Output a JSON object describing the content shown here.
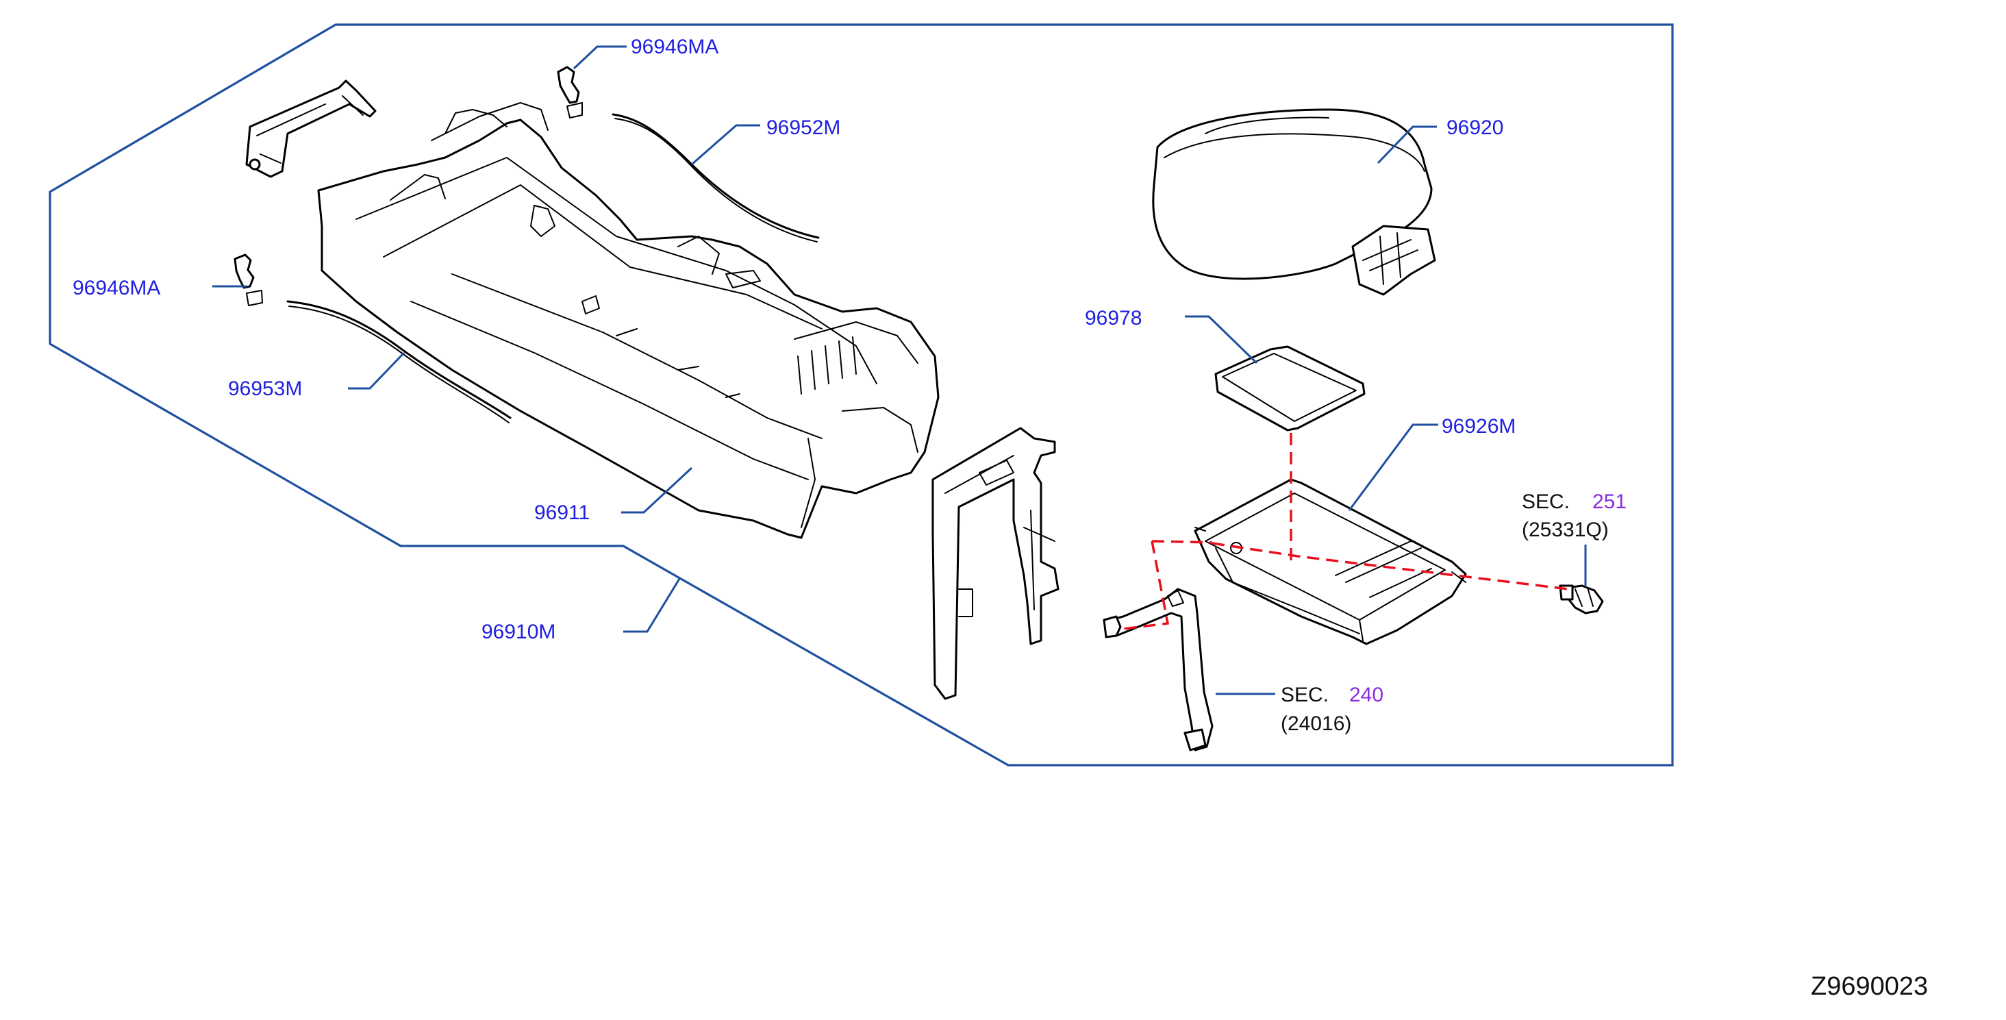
{
  "colors": {
    "label": "#1f1fe0",
    "section_number": "#8a2be2",
    "leader": "#1f4fa0",
    "dashed_link": "#e8101c",
    "line_art": "#000000"
  },
  "labels": {
    "p96946MA_top": "96946MA",
    "p96952M": "96952M",
    "p96946MA_left": "96946MA",
    "p96953M": "96953M",
    "p96911": "96911",
    "p96910M": "96910M",
    "p96920": "96920",
    "p96978": "96978",
    "p96926M": "96926M"
  },
  "sections": {
    "sec251": {
      "prefix": "SEC.",
      "number": "251",
      "ref": "(25331Q)"
    },
    "sec240": {
      "prefix": "SEC.",
      "number": "240",
      "ref": "(24016)"
    }
  },
  "diagram_id": "Z9690023"
}
